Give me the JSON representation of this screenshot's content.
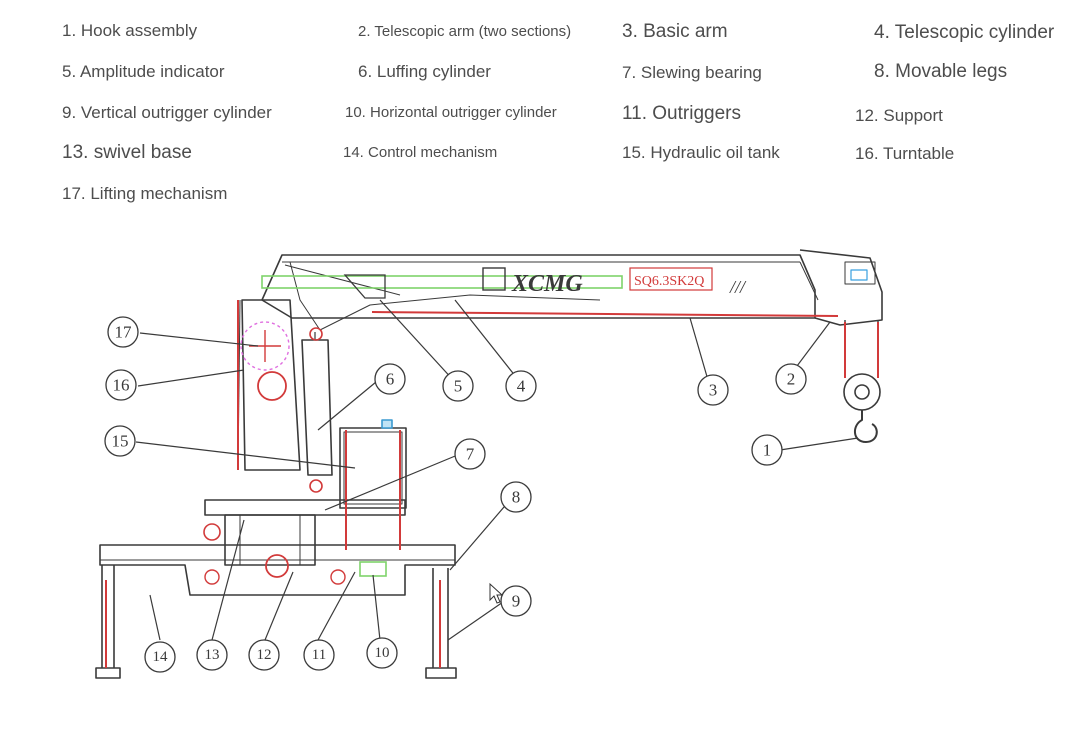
{
  "legend": [
    {
      "text": "1. Hook assembly"
    },
    {
      "text": "2. Telescopic arm (two sections)"
    },
    {
      "text": "3. Basic arm"
    },
    {
      "text": "4. Telescopic cylinder"
    },
    {
      "text": "5. Amplitude indicator"
    },
    {
      "text": "6. Luffing cylinder"
    },
    {
      "text": "7. Slewing bearing"
    },
    {
      "text": "8. Movable legs"
    },
    {
      "text": "9. Vertical outrigger cylinder"
    },
    {
      "text": "10. Horizontal outrigger cylinder"
    },
    {
      "text": "11. Outriggers"
    },
    {
      "text": "12. Support"
    },
    {
      "text": "13. swivel base"
    },
    {
      "text": "14. Control mechanism"
    },
    {
      "text": "15. Hydraulic oil tank"
    },
    {
      "text": "16. Turntable"
    },
    {
      "text": "17. Lifting mechanism"
    }
  ],
  "diagram": {
    "brand": "XCMG",
    "model": "SQ6.3SK2Q",
    "callouts": [
      "1",
      "2",
      "3",
      "4",
      "5",
      "6",
      "7",
      "8",
      "9",
      "10",
      "11",
      "12",
      "13",
      "14",
      "15",
      "16",
      "17"
    ],
    "colors": {
      "line": "#3a3a3a",
      "red": "#d23a3a",
      "green": "#7fd36a",
      "pink": "#e070e0",
      "blue": "#3aa0e0"
    }
  }
}
